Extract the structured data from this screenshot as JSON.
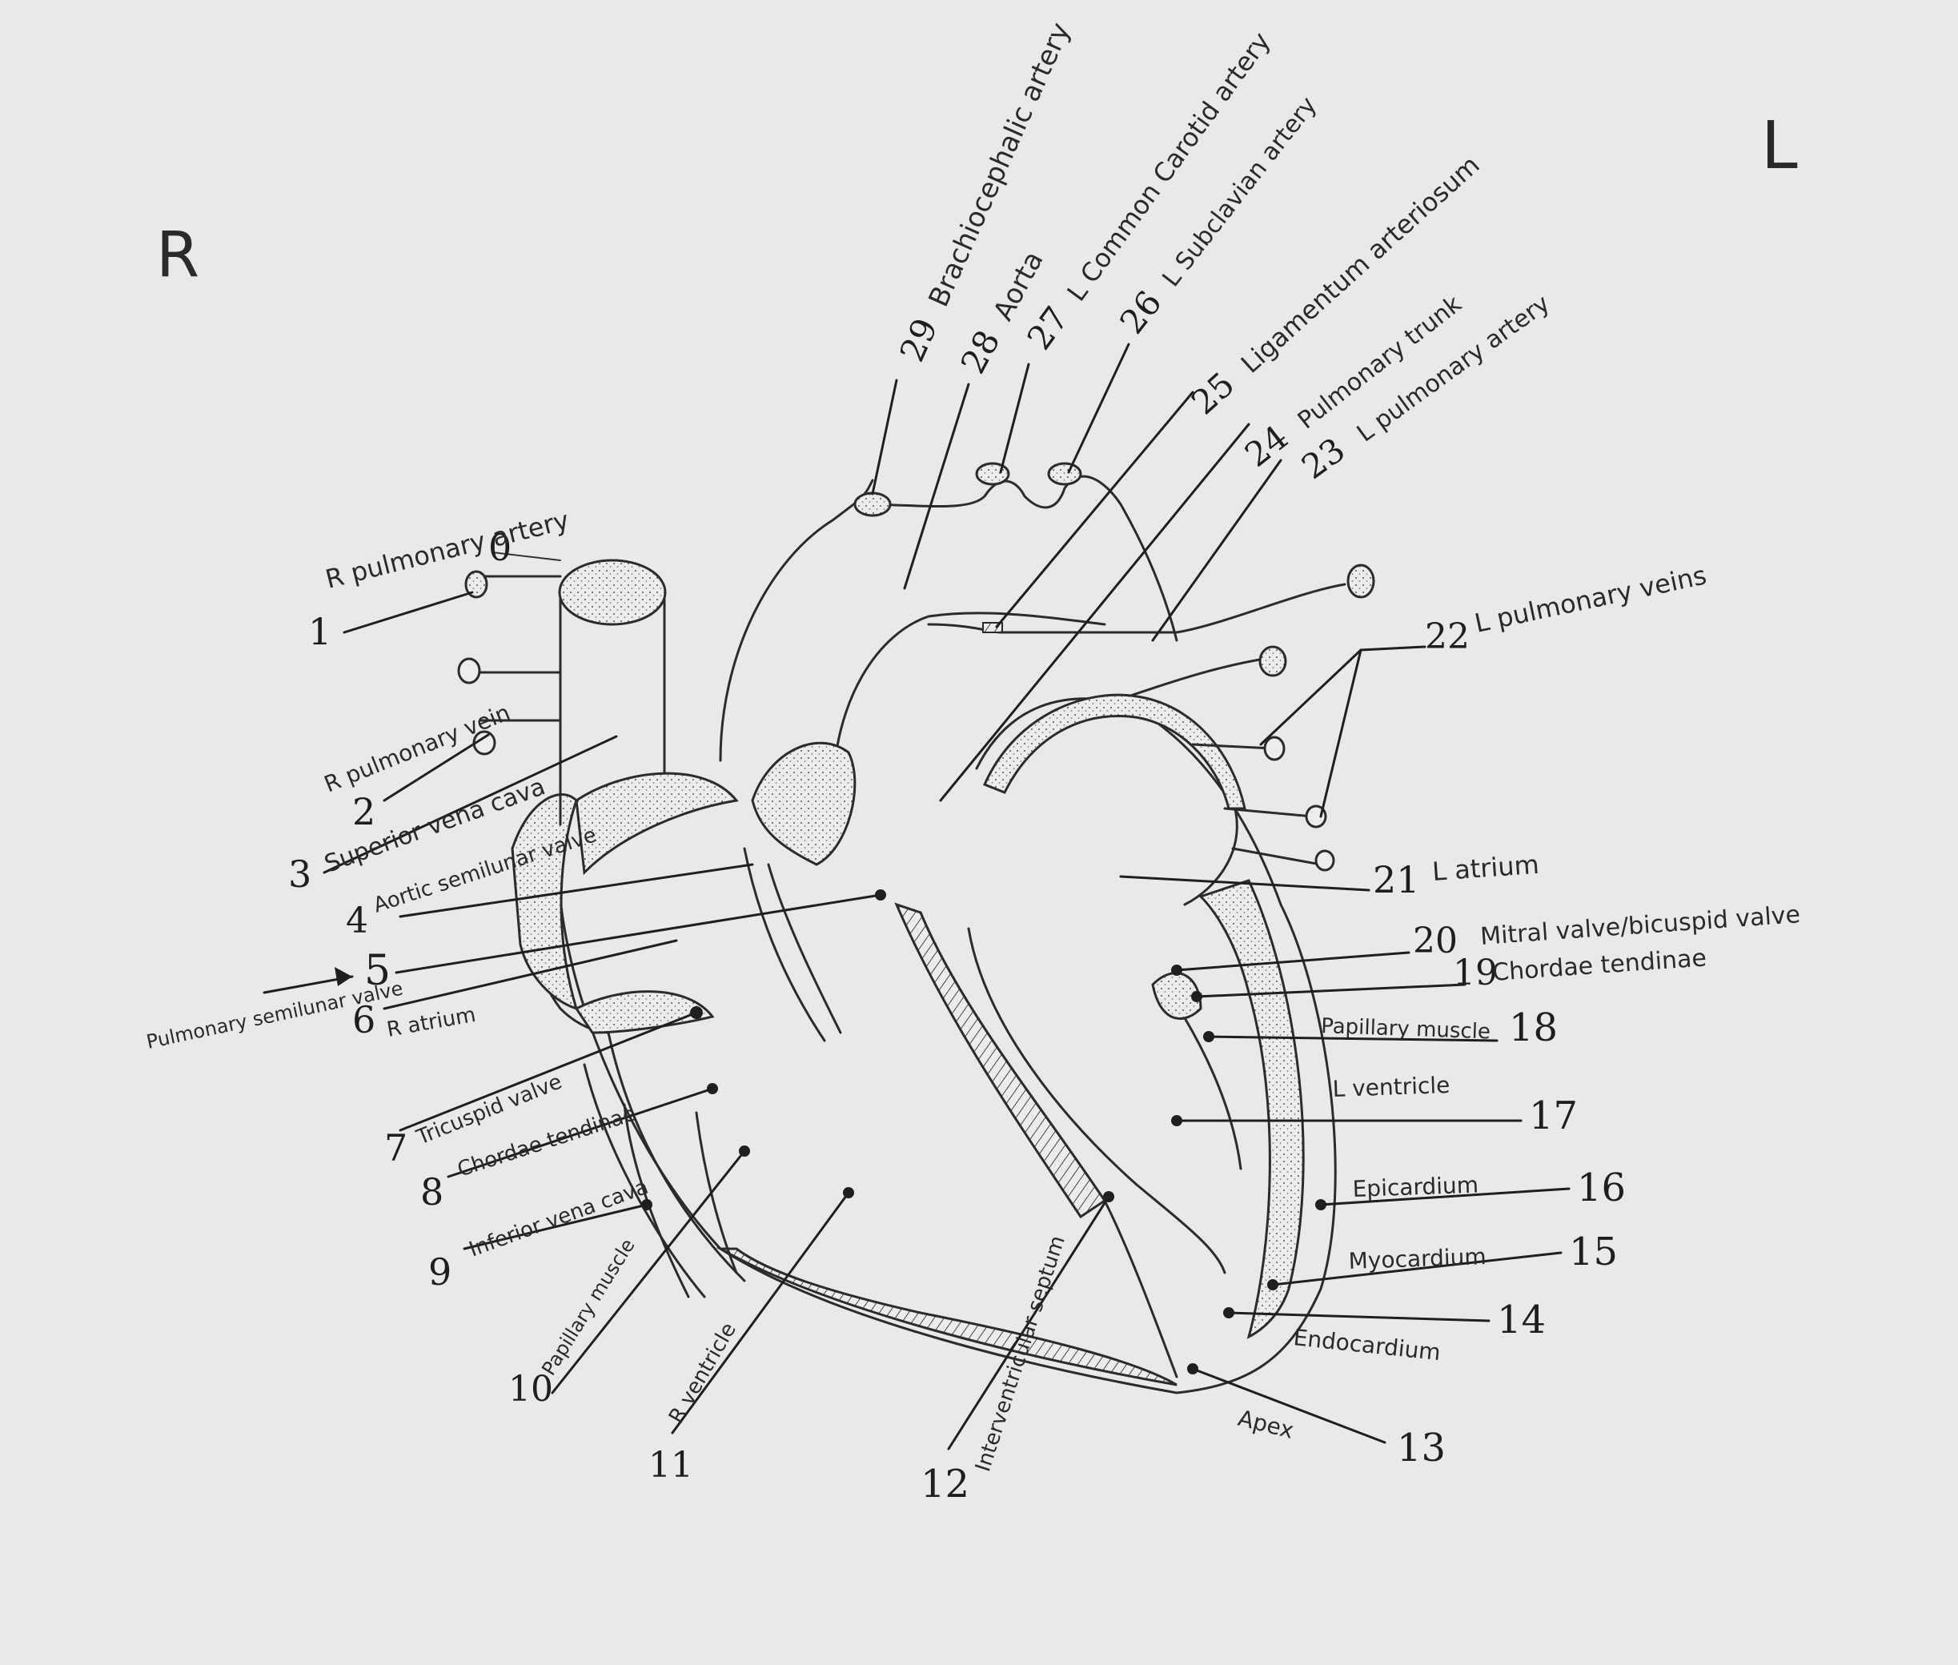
{
  "orientation": {
    "right": "R",
    "left": "L"
  },
  "labels": [
    {
      "id": "0",
      "number": "0",
      "text": "R pulmonary artery"
    },
    {
      "id": "1",
      "number": "1",
      "text": ""
    },
    {
      "id": "2",
      "number": "2",
      "text": "R pulmonary vein"
    },
    {
      "id": "3",
      "number": "3",
      "text": "Superior vena cava"
    },
    {
      "id": "4",
      "number": "4",
      "text": "Aortic semilunar valve"
    },
    {
      "id": "5",
      "number": "5",
      "text": "Pulmonary semilunar valve"
    },
    {
      "id": "6",
      "number": "6",
      "text": "R atrium"
    },
    {
      "id": "7",
      "number": "7",
      "text": "Tricuspid valve"
    },
    {
      "id": "8",
      "number": "8",
      "text": "Chordae tendinae"
    },
    {
      "id": "9",
      "number": "9",
      "text": "Inferior vena cava"
    },
    {
      "id": "10",
      "number": "10",
      "text": "Papillary muscle"
    },
    {
      "id": "11",
      "number": "11",
      "text": "R ventricle"
    },
    {
      "id": "12",
      "number": "12",
      "text": "Interventricular septum"
    },
    {
      "id": "13",
      "number": "13",
      "text": "Apex"
    },
    {
      "id": "14",
      "number": "14",
      "text": "Endocardium"
    },
    {
      "id": "15",
      "number": "15",
      "text": "Myocardium"
    },
    {
      "id": "16",
      "number": "16",
      "text": "Epicardium"
    },
    {
      "id": "17",
      "number": "17",
      "text": "L ventricle"
    },
    {
      "id": "18",
      "number": "18",
      "text": "Papillary muscle"
    },
    {
      "id": "19",
      "number": "19",
      "text": "Chordae tendinae"
    },
    {
      "id": "20",
      "number": "20",
      "text": "Mitral valve/bicuspid valve"
    },
    {
      "id": "21",
      "number": "21",
      "text": "L atrium"
    },
    {
      "id": "22",
      "number": "22",
      "text": "L pulmonary veins"
    },
    {
      "id": "23",
      "number": "23",
      "text": "L pulmonary artery"
    },
    {
      "id": "24",
      "number": "24",
      "text": "Pulmonary trunk"
    },
    {
      "id": "25",
      "number": "25",
      "text": "Ligamentum arteriosum"
    },
    {
      "id": "26",
      "number": "26",
      "text": "L Subclavian artery"
    },
    {
      "id": "27",
      "number": "27",
      "text": "L Common Carotid artery"
    },
    {
      "id": "28",
      "number": "28",
      "text": "Aorta"
    },
    {
      "id": "29",
      "number": "29",
      "text": "Brachiocephalic artery"
    }
  ]
}
